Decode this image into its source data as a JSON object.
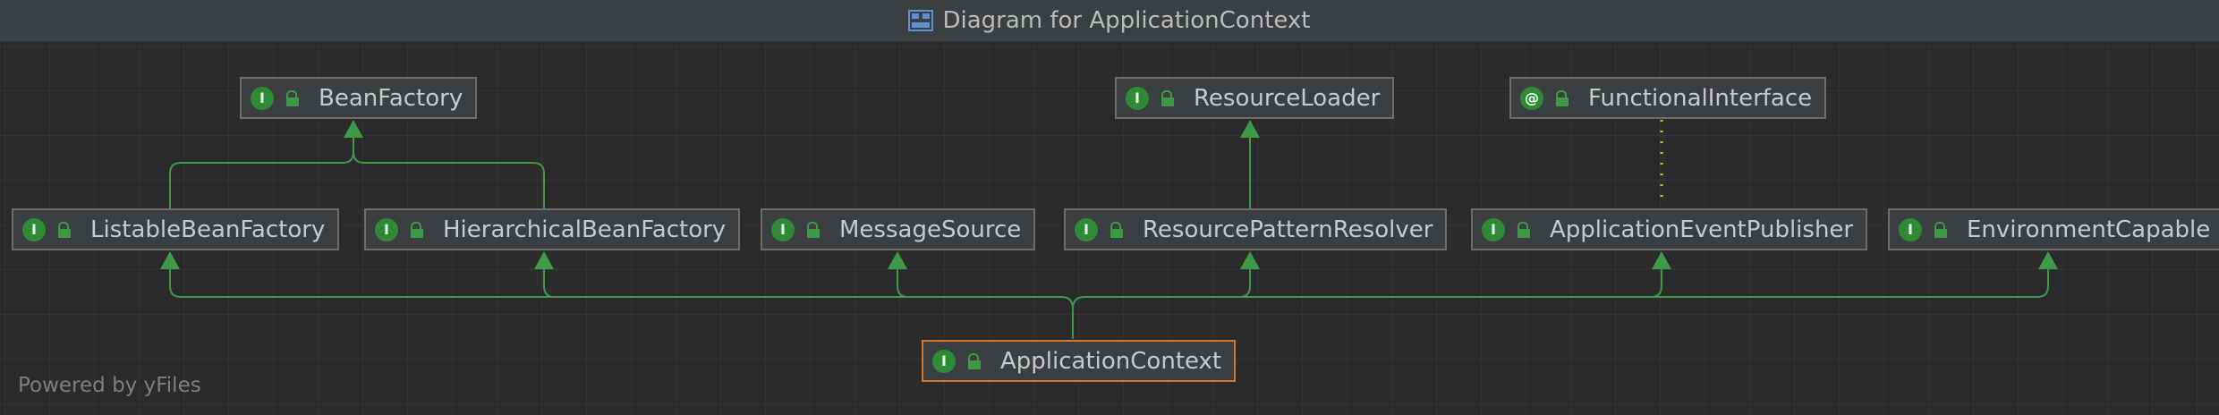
{
  "window": {
    "title": "Diagram for ApplicationContext",
    "title_icon": "diagram-icon"
  },
  "nodes": {
    "bean_factory": {
      "label": "BeanFactory",
      "badge": "I",
      "kind": "interface"
    },
    "resource_loader": {
      "label": "ResourceLoader",
      "badge": "I",
      "kind": "interface"
    },
    "functional_interface": {
      "label": "FunctionalInterface",
      "badge": "@",
      "kind": "annotation"
    },
    "listable_bean_factory": {
      "label": "ListableBeanFactory",
      "badge": "I",
      "kind": "interface"
    },
    "hierarchical_bean_factory": {
      "label": "HierarchicalBeanFactory",
      "badge": "I",
      "kind": "interface"
    },
    "message_source": {
      "label": "MessageSource",
      "badge": "I",
      "kind": "interface"
    },
    "resource_pattern_resolver": {
      "label": "ResourcePatternResolver",
      "badge": "I",
      "kind": "interface"
    },
    "application_event_publisher": {
      "label": "ApplicationEventPublisher",
      "badge": "I",
      "kind": "interface"
    },
    "environment_capable": {
      "label": "EnvironmentCapable",
      "badge": "I",
      "kind": "interface"
    },
    "application_context": {
      "label": "ApplicationContext",
      "badge": "I",
      "kind": "interface",
      "selected": true
    }
  },
  "footer": {
    "text": "Powered by yFiles"
  },
  "colors": {
    "background": "#2b2b2b",
    "grid": "#343434",
    "titlebar": "#3c3f41",
    "node_fill": "#3c3f41",
    "node_border": "#6d6d6d",
    "selected_border": "#d9782a",
    "badge": "#2f8a36",
    "edge": "#3f9a47",
    "annotation_edge": "#c8c800",
    "text": "#c9c9c9"
  }
}
